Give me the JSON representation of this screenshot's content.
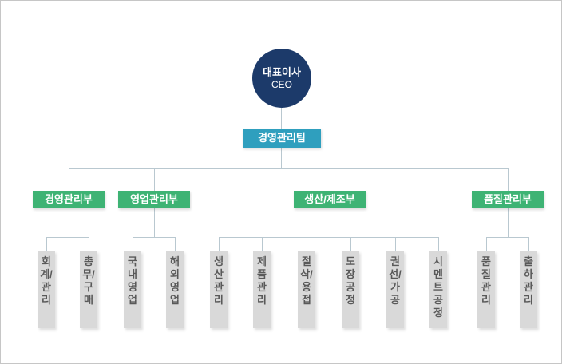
{
  "org": {
    "ceo": {
      "title": "대표이사",
      "subtitle": "CEO"
    },
    "team": "경영관리팀",
    "departments": [
      {
        "label": "경영관리부",
        "children": [
          "회계/관리",
          "총무/구매"
        ]
      },
      {
        "label": "영업관리부",
        "children": [
          "국내영업",
          "해외영업"
        ]
      },
      {
        "label": "생산/제조부",
        "children": [
          "생산관리",
          "제품관리",
          "절삭/용접",
          "도장공정",
          "권선/가공",
          "시멘트공정"
        ]
      },
      {
        "label": "품질관리부",
        "children": [
          "품질관리",
          "출하관리"
        ]
      }
    ],
    "colors": {
      "ceo_bg": "#1c3a6a",
      "team_bg": "#2f9fbe",
      "dept_bg": "#3eb374",
      "unit_bg": "#d9d9d9",
      "line": "#b9c8d0"
    }
  }
}
